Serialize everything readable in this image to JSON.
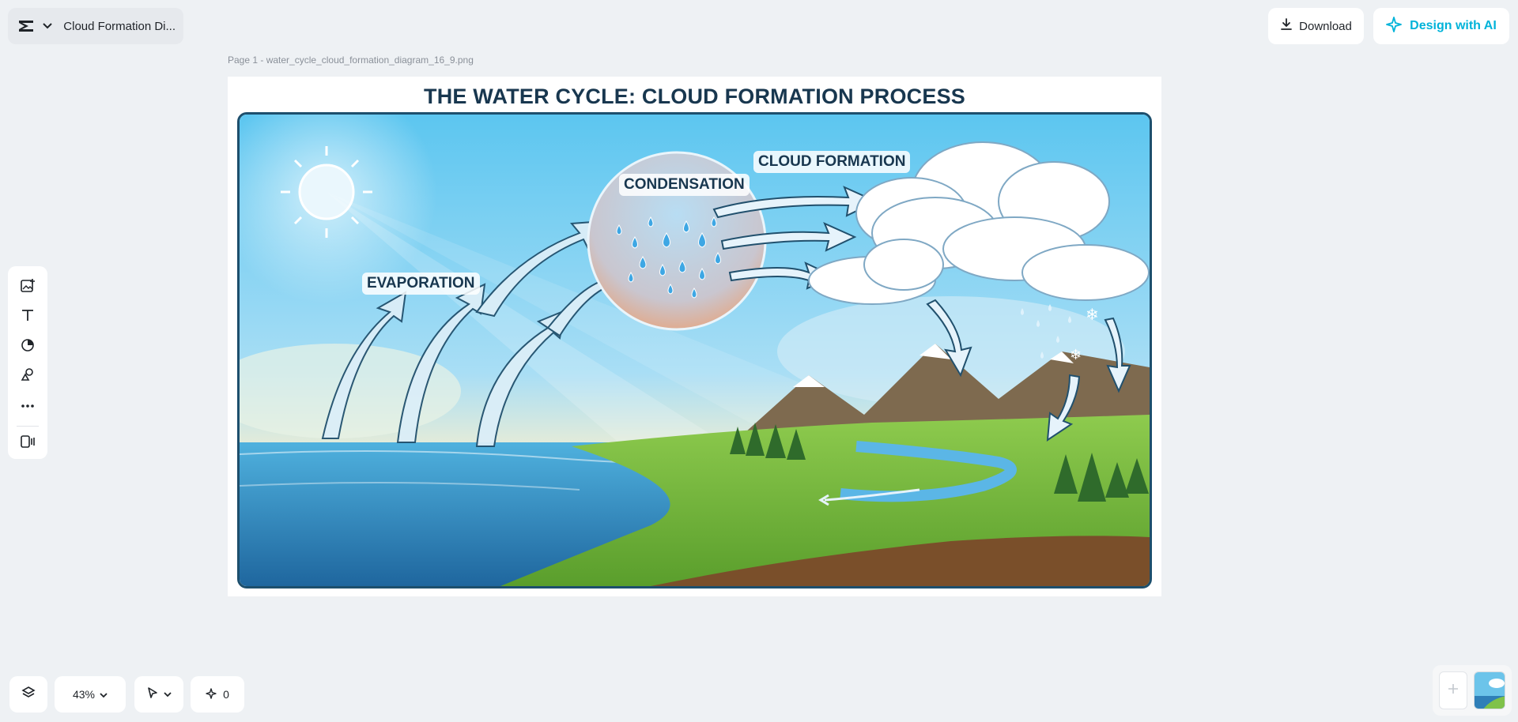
{
  "header": {
    "doc_title": "Cloud Formation Di...",
    "download_label": "Download",
    "design_ai_label": "Design with AI"
  },
  "canvas": {
    "page_label": "Page 1 -   water_cycle_cloud_formation_diagram_16_9.png",
    "diagram_title": "THE WATER CYCLE: CLOUD FORMATION PROCESS",
    "labels": {
      "evaporation": "EVAPORATION",
      "condensation": "CONDENSATION",
      "cloud_formation": "CLOUD FORMATION"
    }
  },
  "toolbar": {
    "items": [
      "add-image-icon",
      "text-icon",
      "shapes-icon",
      "elements-icon",
      "more-icon",
      "media-icon"
    ]
  },
  "bottom_bar": {
    "zoom": "43%",
    "ai_count": "0"
  },
  "colors": {
    "accent": "#00b3d9",
    "title": "#18374f"
  }
}
